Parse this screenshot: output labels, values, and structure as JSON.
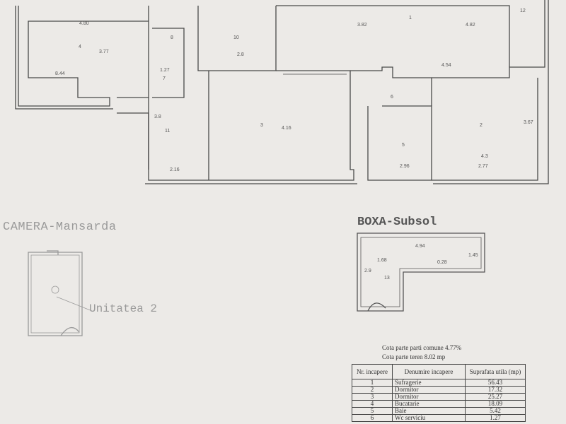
{
  "titles": {
    "camera": "CAMERA-Mansarda",
    "boxa": "BOXA-Subsol",
    "unit": "Unitatea 2"
  },
  "cota": {
    "line1": "Cota parte parti comune 4.77%",
    "line2": "Cota parte teren 8.02 mp"
  },
  "table": {
    "headers": [
      "Nr. incapere",
      "Denumire incapere",
      "Suprafata utila (mp)"
    ],
    "rows": [
      [
        "1",
        "Sufragerie",
        "56.43"
      ],
      [
        "2",
        "Dormitor",
        "17.32"
      ],
      [
        "3",
        "Dormitor",
        "25.27"
      ],
      [
        "4",
        "Bucatarie",
        "18.09"
      ],
      [
        "5",
        "Baie",
        "5.42"
      ],
      [
        "6",
        "Wc serviciu",
        "1.27"
      ]
    ]
  },
  "dims": {
    "d1": "4.80",
    "d2": "3.77",
    "d3": "8.44",
    "d4": "2.77",
    "d5": "4.54",
    "d6": "4.16",
    "d7": "2.96",
    "d8": "4.3",
    "d9": "3.67",
    "d10": "2.16",
    "d11": "4.94",
    "d12": "1.68",
    "d13": "0.28",
    "d14": "1.45",
    "d15": "2.9",
    "d16": "1.27",
    "d17": "2.8",
    "d18": "3.82",
    "d19": "4.82",
    "d20": "3.8"
  },
  "rooms": {
    "r1": "1",
    "r2": "2",
    "r3": "3",
    "r4": "4",
    "r5": "5",
    "r6": "6",
    "r7": "7",
    "r8": "8",
    "r10": "10",
    "r11": "11",
    "r12": "12",
    "r13": "13"
  }
}
